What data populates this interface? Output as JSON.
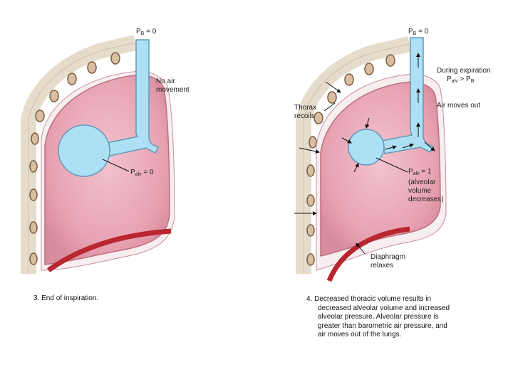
{
  "left_panel": {
    "pb_label_main": "P",
    "pb_label_sub": "B",
    "pb_label_value": " = 0",
    "no_air_line1": "No air",
    "no_air_line2": "movement",
    "palv_label_main": "P",
    "palv_label_sub": "alv",
    "palv_label_value": " = 0",
    "caption": "3. End of inspiration."
  },
  "right_panel": {
    "pb_label_main": "P",
    "pb_label_sub": "B",
    "pb_label_value": " = 0",
    "during_expiration": "During expiration",
    "palv_gt_main": "P",
    "palv_gt_sub": "alv",
    "palv_gt_mid": " > P",
    "palv_gt_sub2": "B",
    "air_moves_out": "Air moves out",
    "thorax_line1": "Thorax",
    "thorax_line2": "recoils",
    "palv_label_main": "P",
    "palv_label_sub": "alv",
    "palv_label_value": " = 1",
    "alveolar_line1": "(alveolar",
    "alveolar_line2": "volume",
    "alveolar_line3": "decreases)",
    "diaphragm_line1": "Diaphragm",
    "diaphragm_line2": "relaxes",
    "caption_line1": "4. Decreased thoracic volume results in",
    "caption_line2": "decreased alveolar volume and increased",
    "caption_line3": "alveolar pressure.  Alveolar pressure is",
    "caption_line4": "greater than barometric air pressure, and",
    "caption_line5": "air moves out of the lungs."
  },
  "colors": {
    "lung_fill": "#e7a2b2",
    "lung_edge": "#b9707e",
    "airway_fill": "#aee0f5",
    "airway_edge": "#5f9ab8",
    "diaphragm": "#b8262f",
    "rib_fill": "#d8bfa2",
    "rib_edge": "#7a5c40"
  }
}
